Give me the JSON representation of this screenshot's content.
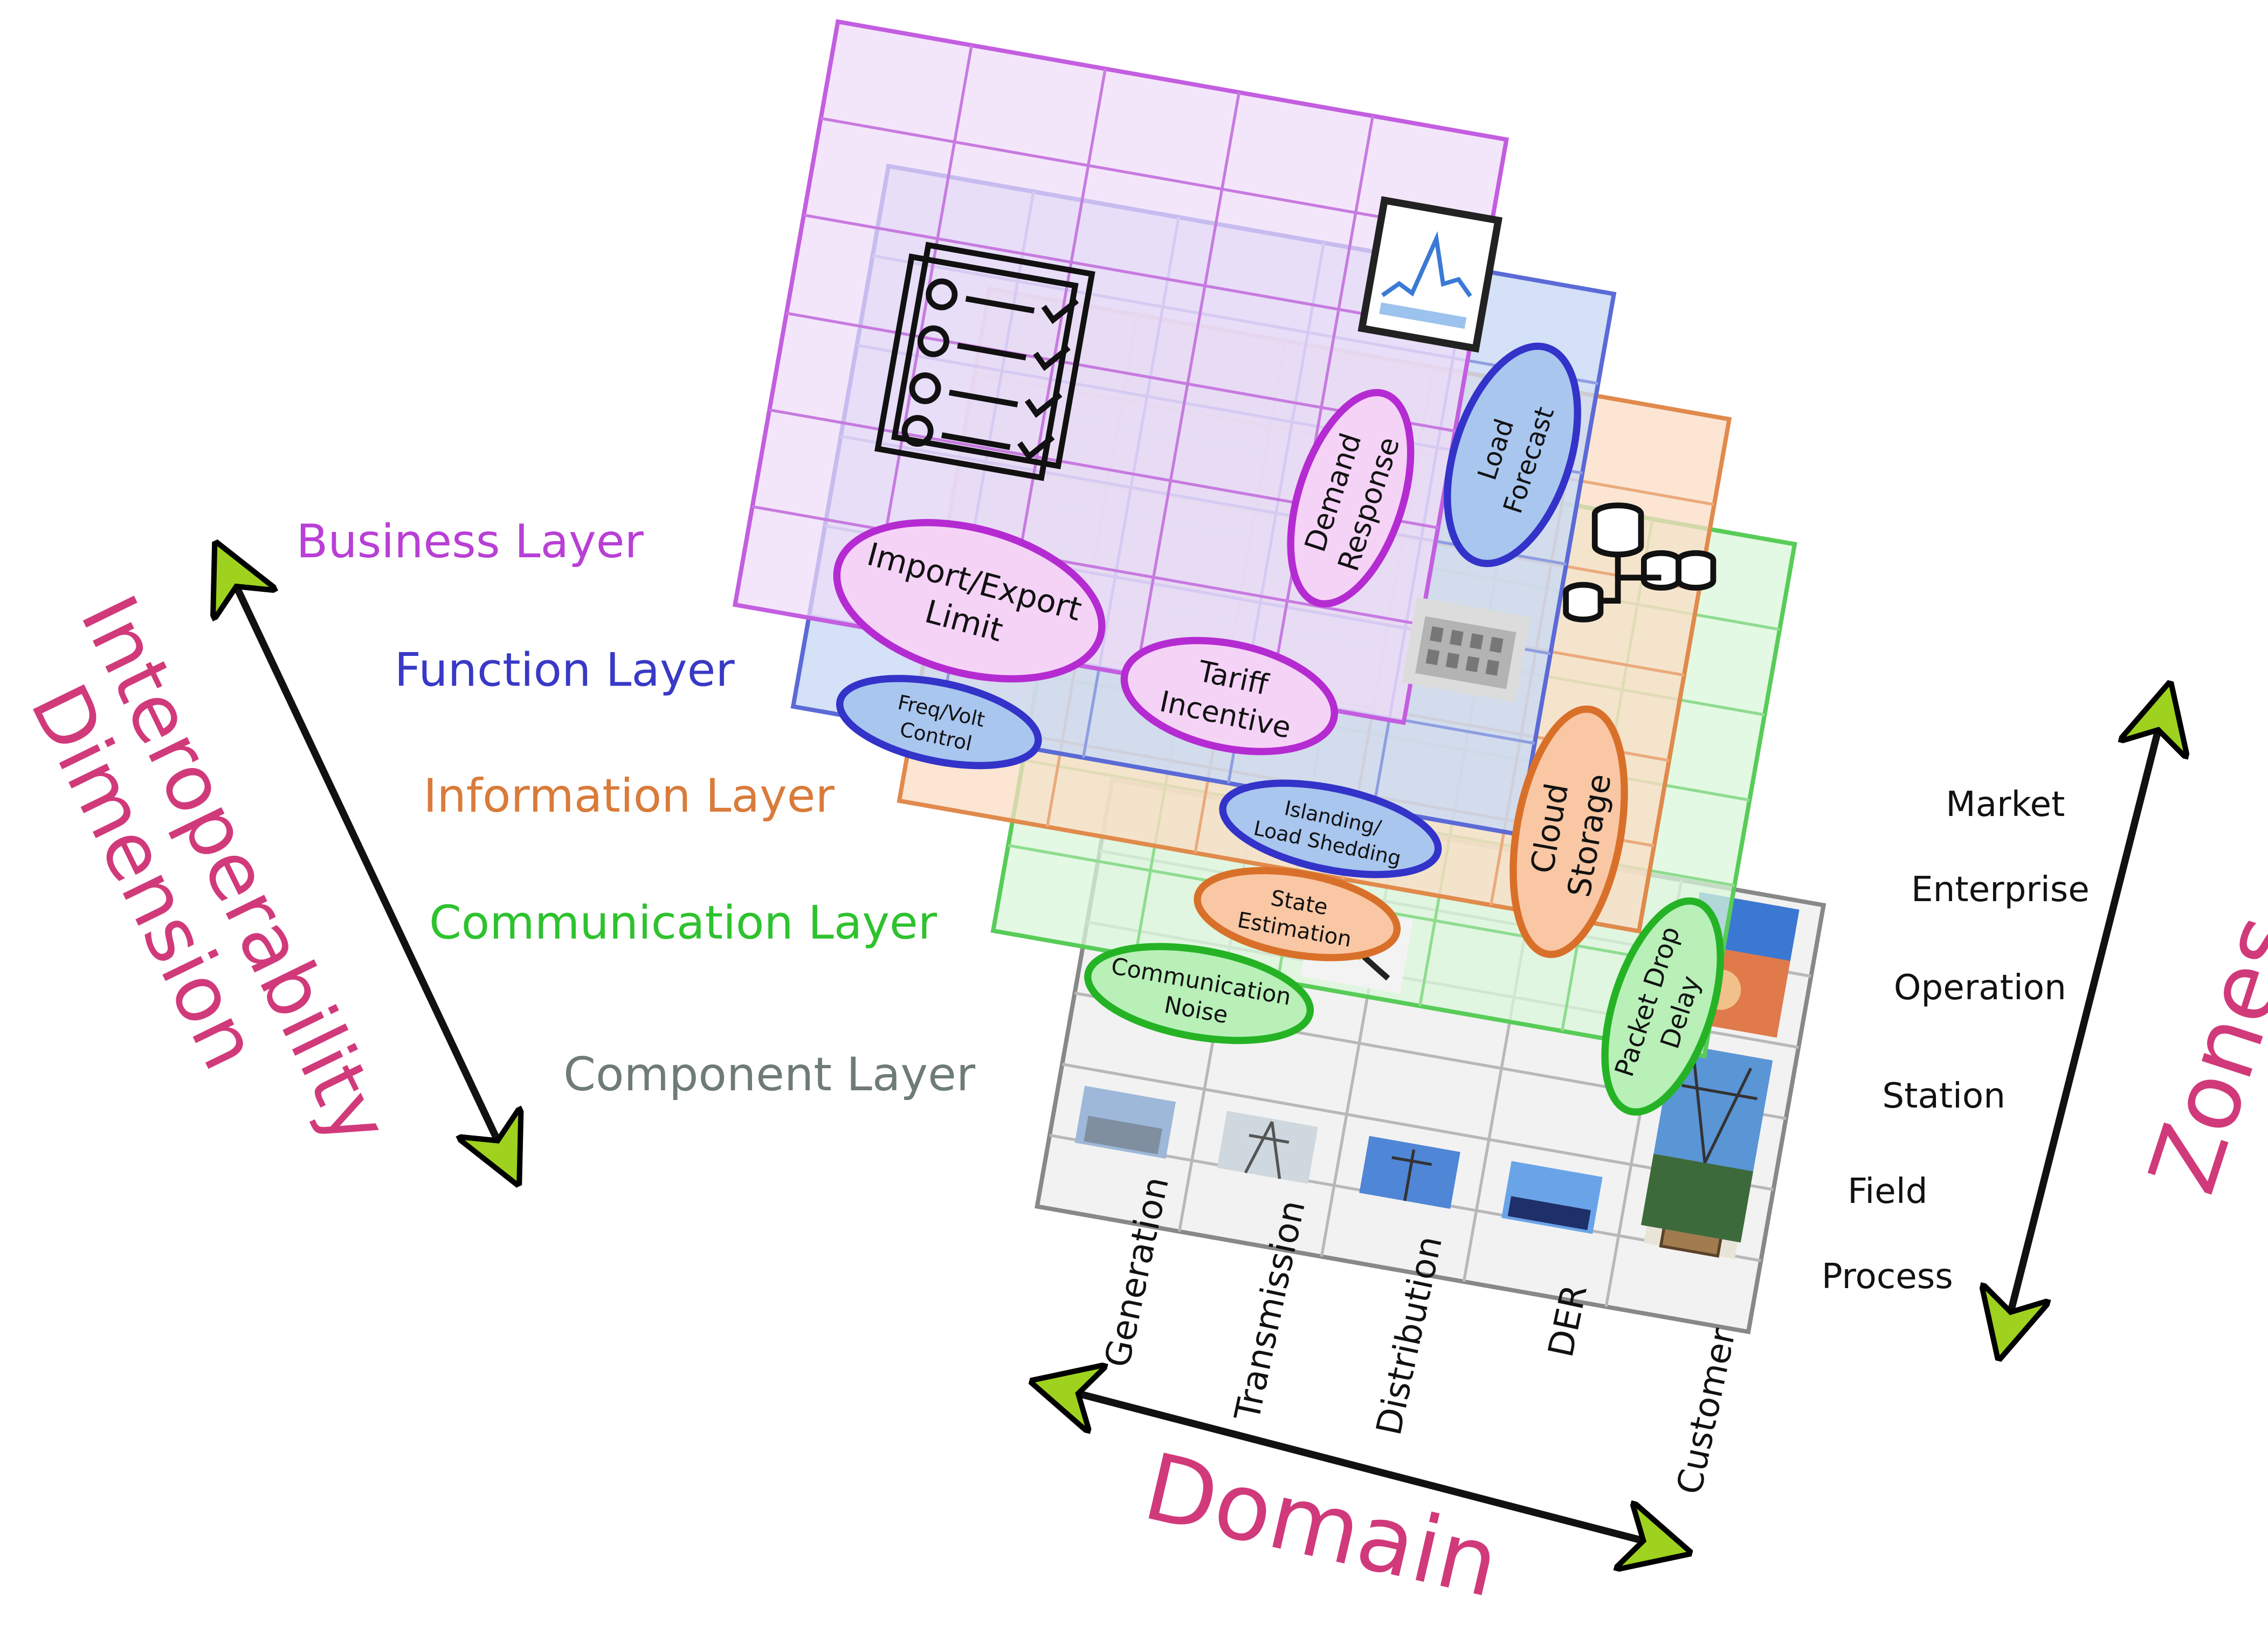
{
  "layers": [
    {
      "key": "business",
      "label": "Business Layer",
      "color": "#b93fd6"
    },
    {
      "key": "function",
      "label": "Function Layer",
      "color": "#3939c6"
    },
    {
      "key": "information",
      "label": "Information Layer",
      "color": "#d97b3a"
    },
    {
      "key": "communication",
      "label": "Communication Layer",
      "color": "#2ec22e"
    },
    {
      "key": "component",
      "label": "Component Layer",
      "color": "#6e7b78"
    }
  ],
  "axes": {
    "interoperability": {
      "line1": "Interoperability",
      "line2": "Dimension",
      "color": "#d13a7a"
    },
    "zones": {
      "label": "Zones",
      "color": "#d13a7a"
    },
    "domain": {
      "label": "Domain",
      "color": "#d13a7a"
    },
    "arrow_color": "#9ed21f"
  },
  "domains": [
    "Generation",
    "Transmission",
    "Distribution",
    "DER",
    "Customer"
  ],
  "zones": [
    "Market",
    "Enterprise",
    "Operation",
    "Station",
    "Field",
    "Process"
  ],
  "use_cases": {
    "import_export": {
      "line1": "Import/Export",
      "line2": "Limit"
    },
    "tariff": {
      "line1": "Tariff",
      "line2": "Incentive"
    },
    "demand_response": {
      "line1": "Demand",
      "line2": "Response"
    },
    "load_forecast": {
      "line1": "Load",
      "line2": "Forecast"
    },
    "freq_volt": {
      "line1": "Freq/Volt",
      "line2": "Control"
    },
    "islanding": {
      "line1": "Islanding/",
      "line2": "Load Shedding"
    },
    "state_estimation": {
      "line1": "State",
      "line2": "Estimation"
    },
    "cloud_storage": {
      "line1": "Cloud",
      "line2": "Storage"
    },
    "communication_noise": {
      "line1": "Communication",
      "line2": "Noise"
    },
    "packet_drop": {
      "line1": "Packet Drop",
      "line2": "Delay"
    }
  },
  "icons": {
    "checklist": "checklist-icon",
    "laptop": "laptop-chart-icon",
    "database": "database-network-icon",
    "building": "building-photo"
  }
}
